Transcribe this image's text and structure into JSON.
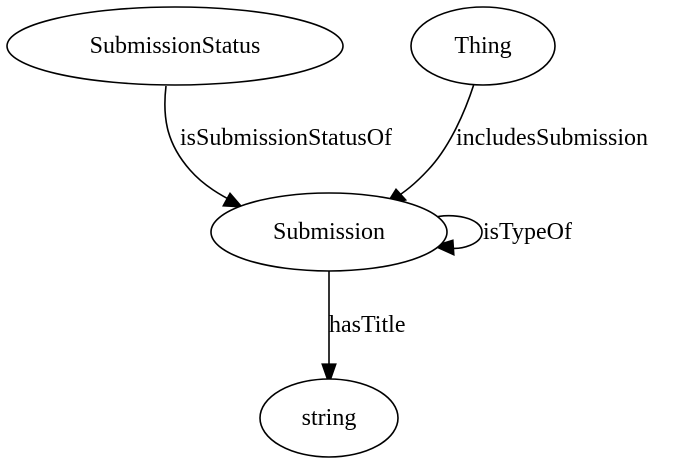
{
  "nodes": {
    "submission_status": "SubmissionStatus",
    "thing": "Thing",
    "submission": "Submission",
    "string": "string"
  },
  "edges": {
    "is_submission_status_of": "isSubmissionStatusOf",
    "includes_submission": "includesSubmission",
    "is_type_of": "isTypeOf",
    "has_title": "hasTitle"
  }
}
